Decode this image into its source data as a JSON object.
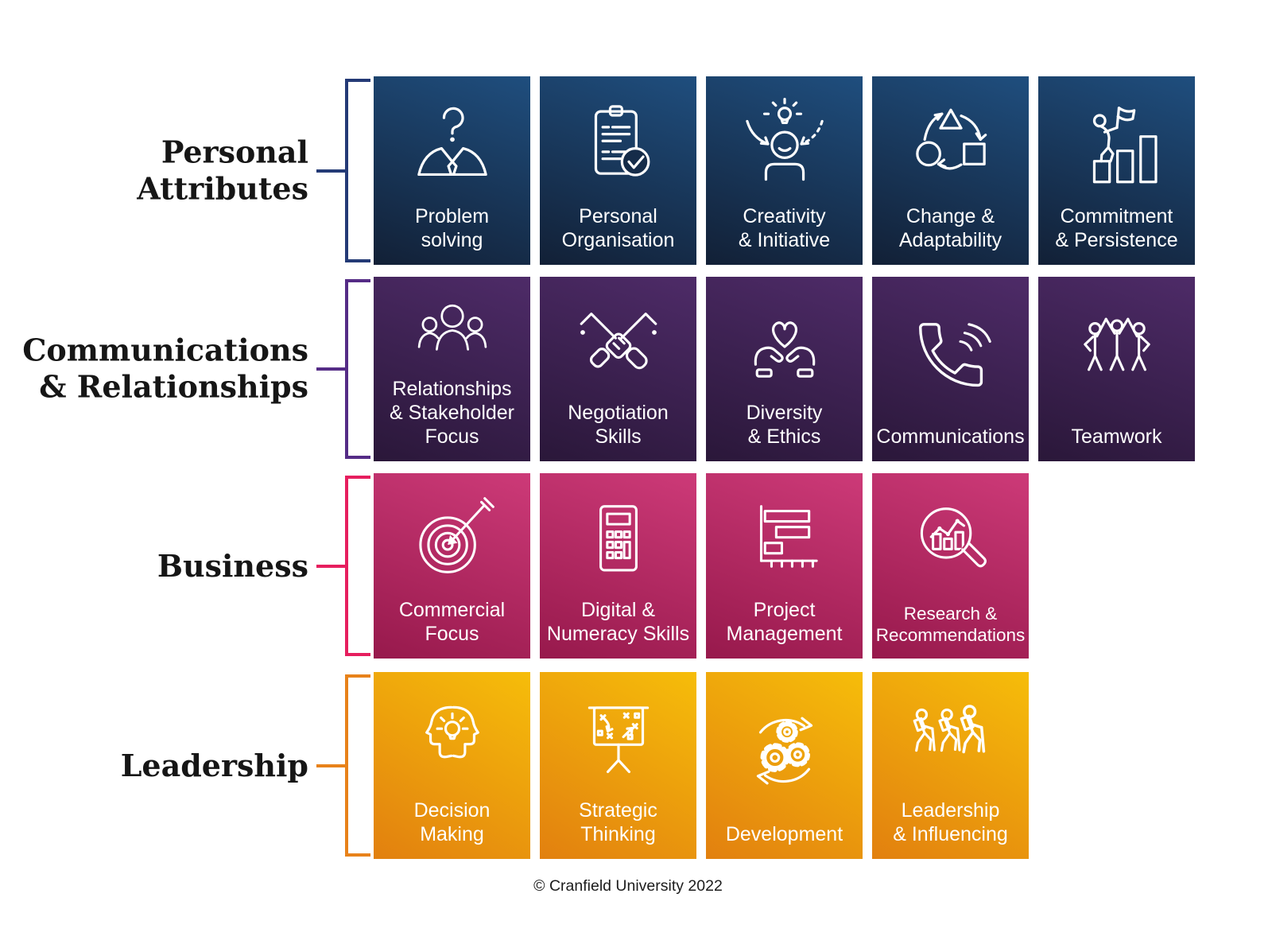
{
  "footer": "© Cranfield University 2022",
  "groups": [
    {
      "label": "Personal\nAttributes",
      "bracket_color": "#243a76",
      "tile_gradient": [
        "#1f4e7e",
        "#122036"
      ],
      "tiles": [
        {
          "label": "Problem\nsolving",
          "icon": "person-question-icon"
        },
        {
          "label": "Personal\nOrganisation",
          "icon": "clipboard-check-icon"
        },
        {
          "label": "Creativity\n& Initiative",
          "icon": "idea-head-arrows-icon"
        },
        {
          "label": "Change &\nAdaptability",
          "icon": "shapes-cycle-icon"
        },
        {
          "label": "Commitment\n& Persistence",
          "icon": "flag-steps-icon"
        }
      ]
    },
    {
      "label": "Communications\n& Relationships",
      "bracket_color": "#552c86",
      "tile_gradient": [
        "#4e2b68",
        "#2a1739"
      ],
      "tiles": [
        {
          "label": "Relationships\n& Stakeholder\nFocus",
          "icon": "three-people-icon"
        },
        {
          "label": "Negotiation\nSkills",
          "icon": "handshake-icon"
        },
        {
          "label": "Diversity\n& Ethics",
          "icon": "hands-heart-icon"
        },
        {
          "label": "Communications",
          "icon": "phone-icon"
        },
        {
          "label": "Teamwork",
          "icon": "team-raised-hands-icon"
        }
      ]
    },
    {
      "label": "Business",
      "bracket_color": "#e61e5e",
      "tile_gradient": [
        "#cd3a78",
        "#97194c"
      ],
      "tiles": [
        {
          "label": "Commercial\nFocus",
          "icon": "target-arrow-icon"
        },
        {
          "label": "Digital &\nNumeracy Skills",
          "icon": "calculator-icon"
        },
        {
          "label": "Project\nManagement",
          "icon": "gantt-chart-icon"
        },
        {
          "label": "Research &\nRecommendations",
          "icon": "magnifier-chart-icon"
        }
      ]
    },
    {
      "label": "Leadership",
      "bracket_color": "#e8821a",
      "tile_gradient": [
        "#f6bd0a",
        "#e2800f"
      ],
      "tiles": [
        {
          "label": "Decision\nMaking",
          "icon": "two-heads-bulb-icon"
        },
        {
          "label": "Strategic\nThinking",
          "icon": "strategy-board-icon"
        },
        {
          "label": "Development",
          "icon": "gears-cycle-icon"
        },
        {
          "label": "Leadership\n& Influencing",
          "icon": "hikers-icon"
        }
      ]
    }
  ]
}
